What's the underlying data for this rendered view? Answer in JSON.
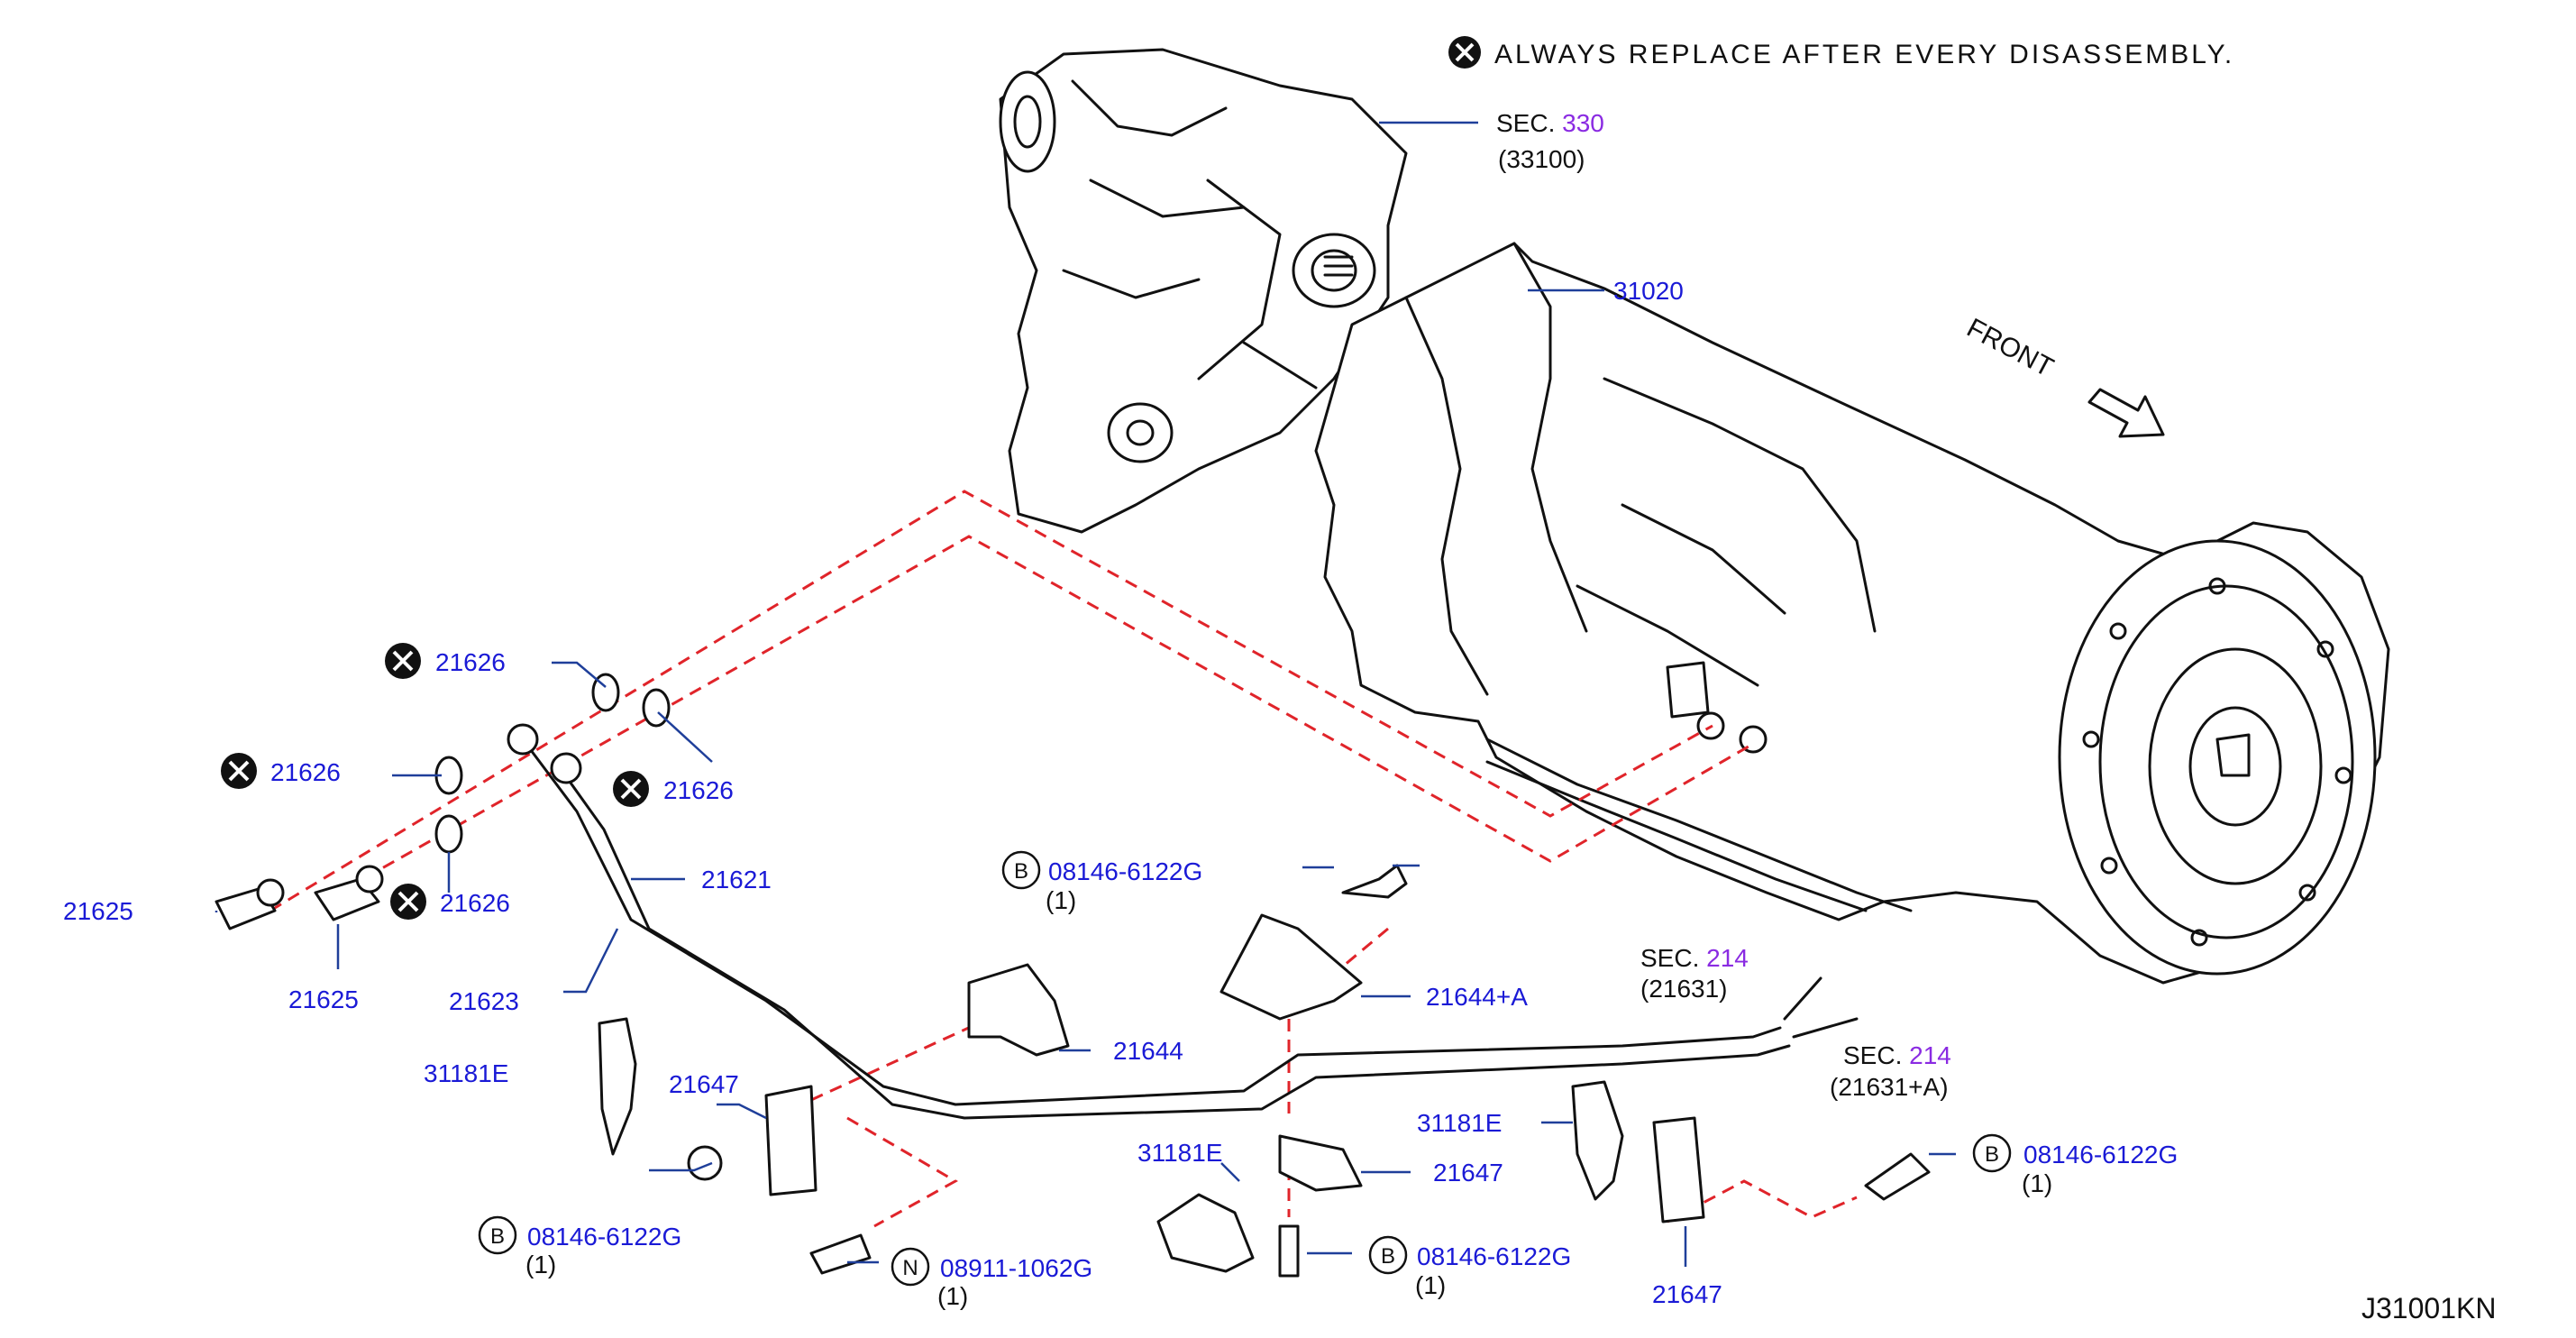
{
  "note": "ALWAYS  REPLACE  AFTER  EVERY  DISASSEMBLY.",
  "diagram_code": "J31001KN",
  "front_label": "FRONT",
  "sec_330": {
    "prefix": "SEC.",
    "num": "330",
    "sub": "(33100)"
  },
  "sec_214a": {
    "prefix": "SEC.",
    "num": "214",
    "sub": "(21631)"
  },
  "sec_214b": {
    "prefix": "SEC.",
    "num": "214",
    "sub": "(21631+A)"
  },
  "parts": {
    "p31020": "31020",
    "p21626_top": "21626",
    "p21626_left": "21626",
    "p21626_right": "21626",
    "p21626_lower": "21626",
    "p21625_a": "21625",
    "p21625_b": "21625",
    "p21621": "21621",
    "p21623": "21623",
    "p21644": "21644",
    "p21644a": "21644+A",
    "p31181e_a": "31181E",
    "p31181e_b": "31181E",
    "p31181e_c": "31181E",
    "p21647_a": "21647",
    "p21647_b": "21647",
    "p21647_c": "21647"
  },
  "bolts": {
    "b_top": {
      "badge": "B",
      "num": "08146-6122G",
      "qty": "(1)"
    },
    "b_left": {
      "badge": "B",
      "num": "08146-6122G",
      "qty": "(1)"
    },
    "b_mid": {
      "badge": "B",
      "num": "08146-6122G",
      "qty": "(1)"
    },
    "b_right": {
      "badge": "B",
      "num": "08146-6122G",
      "qty": "(1)"
    },
    "n_nut": {
      "badge": "N",
      "num": "08911-1062G",
      "qty": "(1)"
    }
  }
}
